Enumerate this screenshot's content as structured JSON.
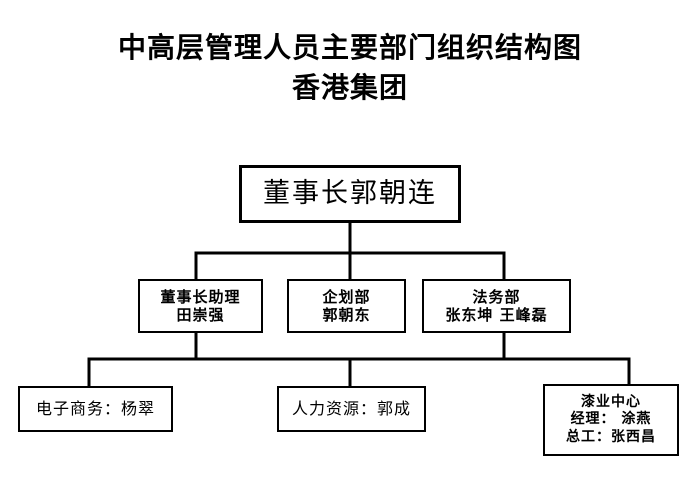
{
  "document": {
    "title_lines": [
      "中高层管理人员主要部门组织结构图",
      "香港集团"
    ]
  },
  "chart_data": {
    "type": "diagram",
    "subtype": "organization-chart",
    "title": "中高层管理人员主要部门组织结构图",
    "subtitle": "香港集团",
    "orientation": "top-down",
    "colors": {
      "background": "#ffffff",
      "box_border": "#000000",
      "connector": "#000000",
      "text": "#000000"
    },
    "nodes": [
      {
        "id": "chairman",
        "level": 0,
        "lines": [
          "董事长郭朝连"
        ],
        "department": "董事长",
        "person": "郭朝连"
      },
      {
        "id": "assistant",
        "level": 1,
        "lines": [
          "董事长助理",
          "田崇强"
        ],
        "department": "董事长助理",
        "person": "田崇强"
      },
      {
        "id": "planning",
        "level": 1,
        "lines": [
          "企划部",
          "郭朝东"
        ],
        "department": "企划部",
        "person": "郭朝东"
      },
      {
        "id": "legal",
        "level": 1,
        "lines": [
          "法务部",
          "张东坤 王峰磊"
        ],
        "department": "法务部",
        "person": "张东坤 王峰磊"
      },
      {
        "id": "ecommerce",
        "level": 2,
        "lines": [
          "电子商务：杨翠"
        ],
        "department": "电子商务",
        "person": "杨翠"
      },
      {
        "id": "hr",
        "level": 2,
        "lines": [
          "人力资源：郭成"
        ],
        "department": "人力资源",
        "person": "郭成"
      },
      {
        "id": "paint",
        "level": 2,
        "lines": [
          "漆业中心",
          "经理： 涂燕",
          "总工：张西昌"
        ],
        "department": "漆业中心",
        "person": "经理：涂燕；总工：张西昌"
      }
    ],
    "edges": [
      {
        "from": "chairman",
        "to": "assistant"
      },
      {
        "from": "chairman",
        "to": "planning"
      },
      {
        "from": "chairman",
        "to": "legal"
      },
      {
        "from": "assistant",
        "to": "ecommerce"
      },
      {
        "from": "assistant",
        "to": "hr"
      },
      {
        "from": "legal",
        "to": "paint"
      }
    ]
  },
  "nodes": {
    "chairman": {
      "line1": "董事长郭朝连"
    },
    "assistant": {
      "line1": "董事长助理",
      "line2": "田崇强"
    },
    "planning": {
      "line1": "企划部",
      "line2": "郭朝东"
    },
    "legal": {
      "line1": "法务部",
      "line2": "张东坤 王峰磊"
    },
    "ecommerce": {
      "line1": "电子商务：杨翠"
    },
    "hr": {
      "line1": "人力资源：郭成"
    },
    "paint": {
      "line1": "漆业中心",
      "line2": "经理： 涂燕",
      "line3": "总工：张西昌"
    }
  }
}
